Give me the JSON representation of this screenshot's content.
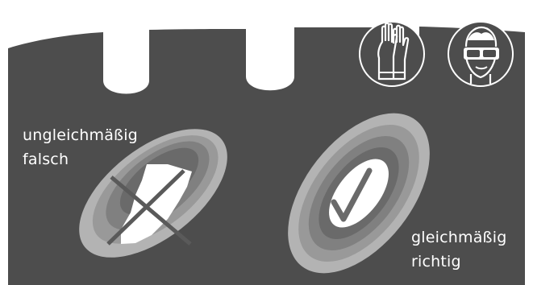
{
  "colors": {
    "background": "#4d4d4d",
    "frame": "#ffffff",
    "ring_light": "#b3b3b3",
    "ring_mid": "#999999",
    "ring_dark": "#808080",
    "ring_darker": "#6a6a6a",
    "cross": "#5a5a5a"
  },
  "icons": [
    "gloves-icon",
    "safety-goggles-icon",
    "checkmark-icon",
    "cross-icon"
  ],
  "wrong": {
    "line1": "ungleichmäßig",
    "line2": "falsch"
  },
  "right": {
    "line1": "gleichmäßig",
    "line2": "richtig"
  }
}
